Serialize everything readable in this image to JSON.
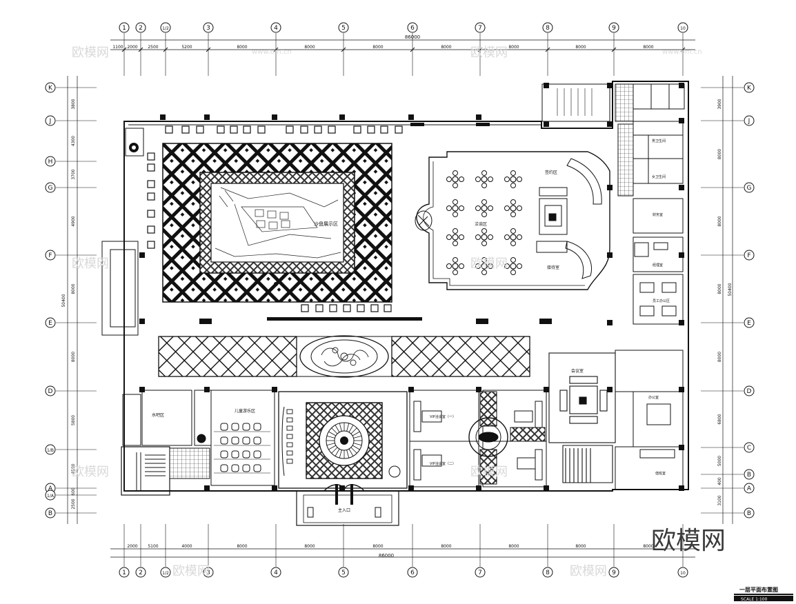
{
  "drawing": {
    "title": "一层平面布置图",
    "scale_note": "SCALE 1:100",
    "total_dimension_top": "86000",
    "total_dimension_bottom": "86000",
    "total_dimension_left": "50400",
    "total_dimension_right": "50400"
  },
  "grid_columns": [
    "1",
    "2",
    "1/2",
    "3",
    "4",
    "5",
    "6",
    "7",
    "8",
    "9",
    "10"
  ],
  "grid_rows_left": [
    "K",
    "J",
    "H",
    "G",
    "F",
    "E",
    "D",
    "1/B",
    "A",
    "1/A",
    "B"
  ],
  "grid_rows_right": [
    "K",
    "J",
    "G",
    "F",
    "E",
    "D",
    "C",
    "B",
    "A",
    "B"
  ],
  "dimensions_top": [
    "1100",
    "2000",
    "2500",
    "5200",
    "8000",
    "8000",
    "8000",
    "8000",
    "8000",
    "8000",
    "8000"
  ],
  "dimensions_bottom": [
    "2000",
    "5100",
    "4000",
    "8000",
    "8000",
    "8000",
    "8000",
    "8000",
    "8000",
    "8000"
  ],
  "dimensions_left": [
    "3800",
    "4300",
    "3700",
    "4900",
    "8000",
    "8000",
    "5800",
    "4500",
    "600",
    "2500"
  ],
  "dimensions_right": [
    "3900",
    "8000",
    "8000",
    "8000",
    "8000",
    "6800",
    "5000",
    "400",
    "3100"
  ],
  "rooms": {
    "sand_table": "沙盘展示区",
    "reception": "洽谈区",
    "deal": "签约区",
    "vip1": "VIP洽谈室（一）",
    "vip2": "VIP洽谈室（二）",
    "meeting": "会议室",
    "office": "办公室",
    "finance": "财务室",
    "manager": "经理室",
    "staff": "员工办公区",
    "lounge": "接待室",
    "kids": "儿童游乐区",
    "bar": "水吧区",
    "men_wc": "男卫生间",
    "women_wc": "女卫生间",
    "entrance": "主入口",
    "guard": "值班室"
  },
  "watermark": {
    "brand": "欧模网",
    "url": "www.om.cn"
  }
}
